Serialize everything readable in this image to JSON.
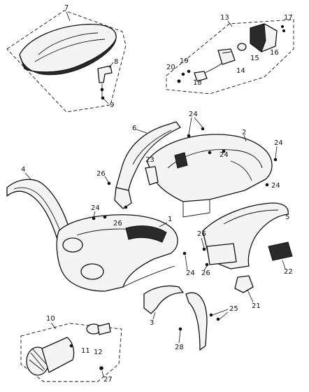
{
  "callouts": {
    "c1": "1",
    "c2": "2",
    "c3": "3",
    "c4": "4",
    "c5": "5",
    "c6": "6",
    "c7": "7",
    "c8": "8",
    "c9": "9",
    "c10": "10",
    "c11": "11",
    "c12": "12",
    "c13": "13",
    "c14": "14",
    "c15": "15",
    "c16": "16",
    "c17": "17",
    "c18": "18",
    "c19": "19",
    "c20": "20",
    "c21": "21",
    "c22": "22",
    "c23": "23",
    "c24a": "24",
    "c24b": "24",
    "c24c": "24",
    "c24d": "24",
    "c24e": "24",
    "c24f": "24",
    "c25": "25",
    "c26a": "26",
    "c26b": "26",
    "c26c": "26",
    "c26d": "26",
    "c27": "27",
    "c28": "28"
  },
  "colors": {
    "ink": "#111111",
    "paper": "#ffffff",
    "panel": "#f4f4f4"
  }
}
